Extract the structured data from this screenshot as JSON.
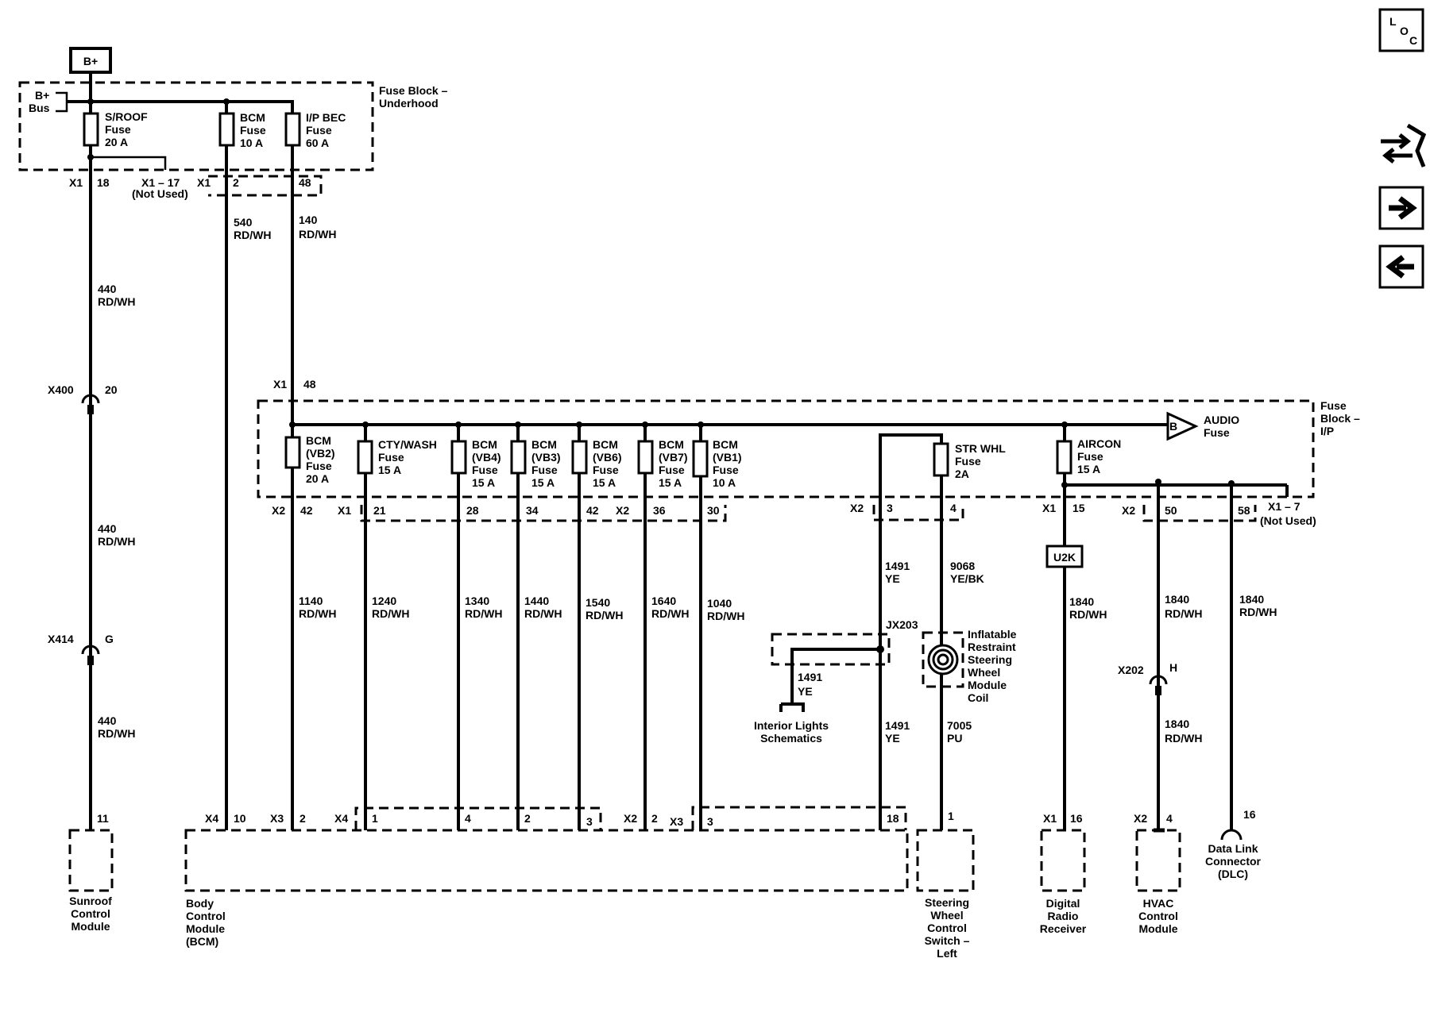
{
  "battery": "B+",
  "bplus_bus": [
    "B+",
    "Bus"
  ],
  "fuse_block_underhood": [
    "Fuse Block –",
    "Underhood"
  ],
  "fuse_block_ip": [
    "Fuse",
    "Block –",
    "I/P"
  ],
  "nav": {
    "loc_l": "L",
    "loc_o": "O",
    "loc_c": "C"
  },
  "underhood_fuses": [
    {
      "lines": [
        "S/ROOF",
        "Fuse",
        "20 A"
      ]
    },
    {
      "lines": [
        "BCM",
        "Fuse",
        "10 A"
      ]
    },
    {
      "lines": [
        "I/P BEC",
        "Fuse",
        "60 A"
      ]
    }
  ],
  "underhood_pins": {
    "x1a": "X1",
    "p18": "18",
    "x117": "X1 – 17",
    "not_used_1": "(Not Used)",
    "x1b": "X1",
    "p2": "2",
    "p48": "48"
  },
  "wires": {
    "w540": [
      "540",
      "RD/WH"
    ],
    "w140": [
      "140",
      "RD/WH"
    ],
    "w440a": [
      "440",
      "RD/WH"
    ],
    "w440b": [
      "440",
      "RD/WH"
    ],
    "w440c": [
      "440",
      "RD/WH"
    ],
    "w1140": [
      "1140",
      "RD/WH"
    ],
    "w1240": [
      "1240",
      "RD/WH"
    ],
    "w1340": [
      "1340",
      "RD/WH"
    ],
    "w1440": [
      "1440",
      "RD/WH"
    ],
    "w1540": [
      "1540",
      "RD/WH"
    ],
    "w1640": [
      "1640",
      "RD/WH"
    ],
    "w1040": [
      "1040",
      "RD/WH"
    ],
    "w1491a": [
      "1491",
      "YE"
    ],
    "w1491b": [
      "1491",
      "YE"
    ],
    "w1491c": [
      "1491",
      "YE"
    ],
    "w9068": [
      "9068",
      "YE/BK"
    ],
    "w7005": [
      "7005",
      "PU"
    ],
    "w1840a": [
      "1840",
      "RD/WH"
    ],
    "w1840b": [
      "1840",
      "RD/WH"
    ],
    "w1840c": [
      "1840",
      "RD/WH"
    ],
    "w1840d": [
      "1840",
      "RD/WH"
    ]
  },
  "inline_connectors": {
    "x400": "X400",
    "x400_pin": "20",
    "x414": "X414",
    "x414_pin": "G",
    "x202": "X202",
    "x202_pin": "H",
    "jx203": "JX203"
  },
  "ip_entry": {
    "x1": "X1",
    "pin": "48"
  },
  "ip_fuses": [
    {
      "lines": [
        "BCM",
        "(VB2)",
        "Fuse",
        "20 A"
      ]
    },
    {
      "lines": [
        "CTY/WASH",
        "Fuse",
        "15 A"
      ]
    },
    {
      "lines": [
        "BCM",
        "(VB4)",
        "Fuse",
        "15 A"
      ]
    },
    {
      "lines": [
        "BCM",
        "(VB3)",
        "Fuse",
        "15 A"
      ]
    },
    {
      "lines": [
        "BCM",
        "(VB6)",
        "Fuse",
        "15 A"
      ]
    },
    {
      "lines": [
        "BCM",
        "(VB7)",
        "Fuse",
        "15 A"
      ]
    },
    {
      "lines": [
        "BCM",
        "(VB1)",
        "Fuse",
        "10 A"
      ]
    },
    {
      "lines": [
        "STR WHL",
        "Fuse",
        "2A"
      ]
    },
    {
      "lines": [
        "AIRCON",
        "Fuse",
        "15 A"
      ]
    }
  ],
  "audio_fuse": {
    "ref": "B",
    "lines": [
      "AUDIO",
      "Fuse"
    ]
  },
  "ip_pins": {
    "x2a": "X2",
    "p42a": "42",
    "x1a": "X1",
    "p21": "21",
    "p28": "28",
    "p34": "34",
    "p42b": "42",
    "x2b": "X2",
    "p36": "36",
    "p30": "30",
    "x2c": "X2",
    "p3": "3",
    "p4": "4",
    "x1b": "X1",
    "p15": "15",
    "x2d": "X2",
    "p50": "50",
    "p58": "58",
    "x17": "X1 – 7",
    "not_used_2": "(Not Used)"
  },
  "u2k": "U2K",
  "interior_lights": [
    "Interior Lights",
    "Schematics"
  ],
  "coil": [
    "Inflatable",
    "Restraint",
    "Steering",
    "Wheel",
    "Module",
    "Coil"
  ],
  "module_pins": {
    "sunroof_pin": "11",
    "x4a": "X4",
    "p10": "10",
    "x3a": "X3",
    "p2a": "2",
    "x4b": "X4",
    "p1a": "1",
    "p4": "4",
    "p2b": "2",
    "p3a": "3",
    "x2": "X2",
    "p2c": "2",
    "x3b": "X3",
    "p3b": "3",
    "p18": "18",
    "swc_pin": "1",
    "x1": "X1",
    "p16a": "16",
    "x2b": "X2",
    "p4b": "4",
    "dlc_pin": "16"
  },
  "modules": {
    "sunroof": [
      "Sunroof",
      "Control",
      "Module"
    ],
    "bcm": [
      "Body",
      "Control",
      "Module",
      "(BCM)"
    ],
    "swc": [
      "Steering",
      "Wheel",
      "Control",
      "Switch –",
      "Left"
    ],
    "radio": [
      "Digital",
      "Radio",
      "Receiver"
    ],
    "hvac": [
      "HVAC",
      "Control",
      "Module"
    ],
    "dlc": [
      "Data Link",
      "Connector",
      "(DLC)"
    ]
  }
}
